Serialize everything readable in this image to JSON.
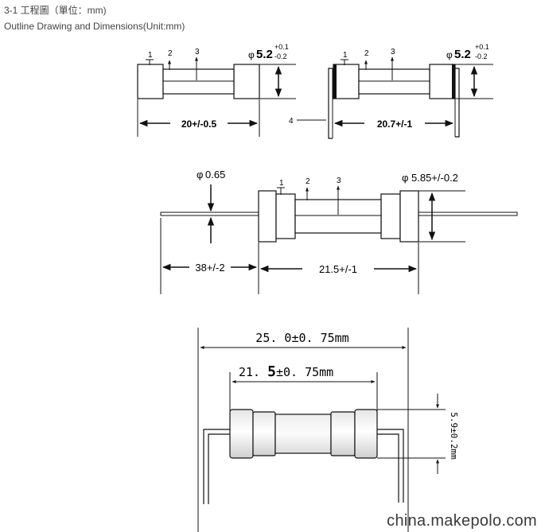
{
  "header": {
    "title": "3-1 工程圖（單位：mm)",
    "subtitle": "Outline Drawing and Dimensions(Unit:mm)"
  },
  "fig1": {
    "marker_1": "1",
    "marker_2": "2",
    "marker_3": "3",
    "diameter_value": "5.2",
    "tol_plus": "+0.1",
    "tol_minus": "-0.2",
    "length_label": "20+/-0.5"
  },
  "fig2": {
    "marker_1": "1",
    "marker_2": "2",
    "marker_3": "3",
    "marker_4": "4",
    "diameter_value": "5.2",
    "tol_plus": "+0.1",
    "tol_minus": "-0.2",
    "length_label": "20.7+/-1"
  },
  "fig3": {
    "marker_1": "1",
    "marker_2": "2",
    "marker_3": "3",
    "wire_diameter": "0.65",
    "body_diameter": "5.85+/-0.2",
    "lead_length": "38+/-2",
    "body_length": "21.5+/-1"
  },
  "fig4": {
    "overall_length": "25. 0±0. 75mm",
    "body_length_a": "21. ",
    "body_length_b": "5",
    "body_length_c": "±0. 75mm",
    "diameter_label": "5.9±0.2mm"
  },
  "symbols": {
    "diameter": "φ"
  },
  "watermark": "china.makepolo.com"
}
